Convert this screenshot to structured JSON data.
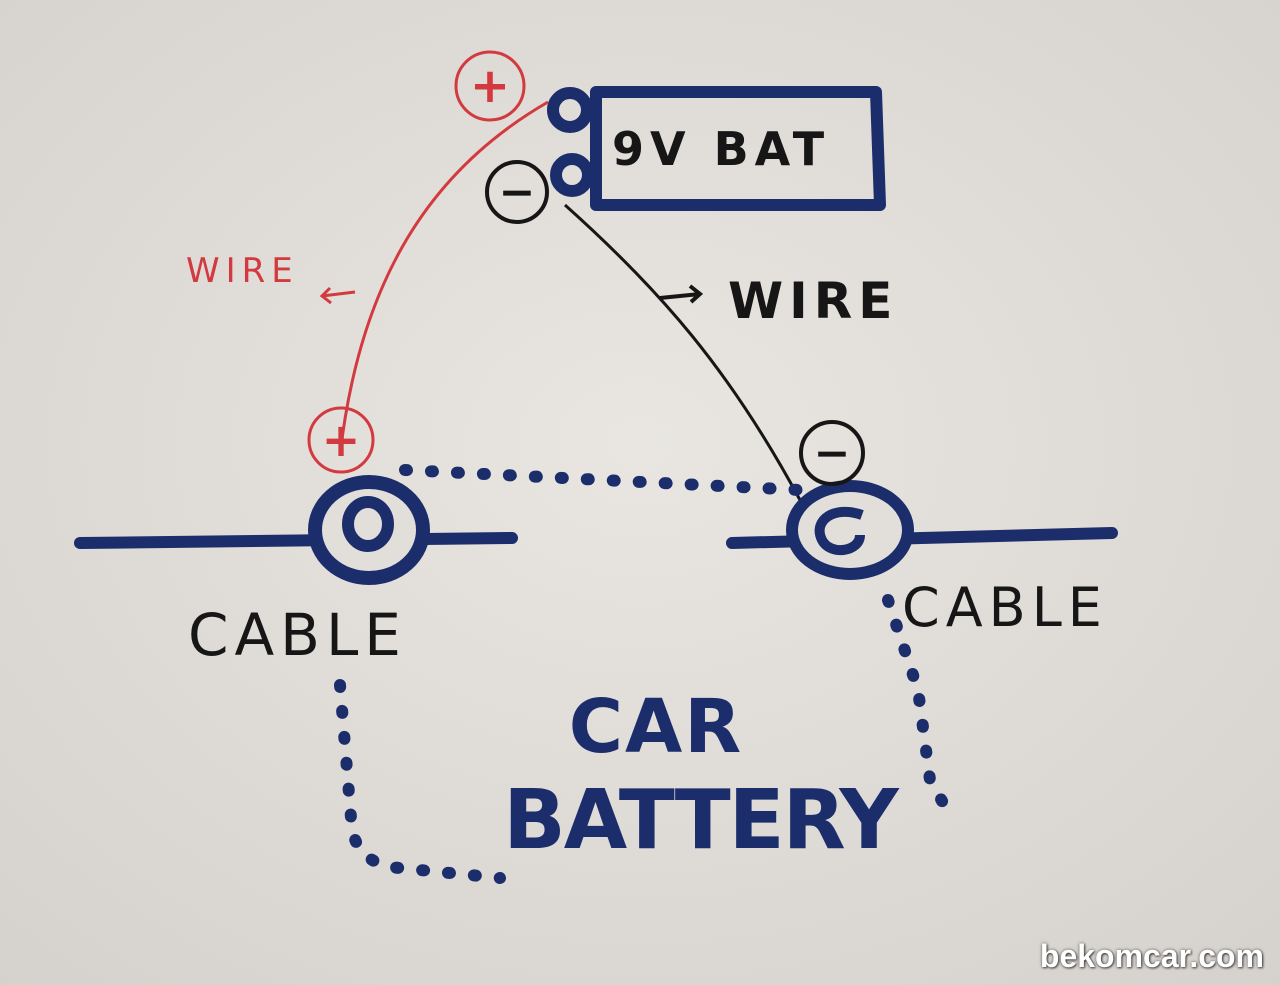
{
  "battery_9v": {
    "label": "9V BAT",
    "positive_sign": "+",
    "negative_sign": "−"
  },
  "wire_positive": {
    "label": "WIRE",
    "color": "#d23a3f"
  },
  "wire_negative": {
    "label": "WIRE",
    "color": "#161616"
  },
  "terminal_left": {
    "sign": "+",
    "label": "CABLE"
  },
  "terminal_right": {
    "sign": "−",
    "label": "CABLE"
  },
  "car_battery": {
    "line1": "CAR",
    "line2": "BATTERY"
  },
  "colors": {
    "ink_blue": "#1c2d6b",
    "ink_black": "#161616",
    "ink_red": "#d23a3f",
    "paper": "#e4e1dd"
  },
  "watermark": "bekomcar.com"
}
